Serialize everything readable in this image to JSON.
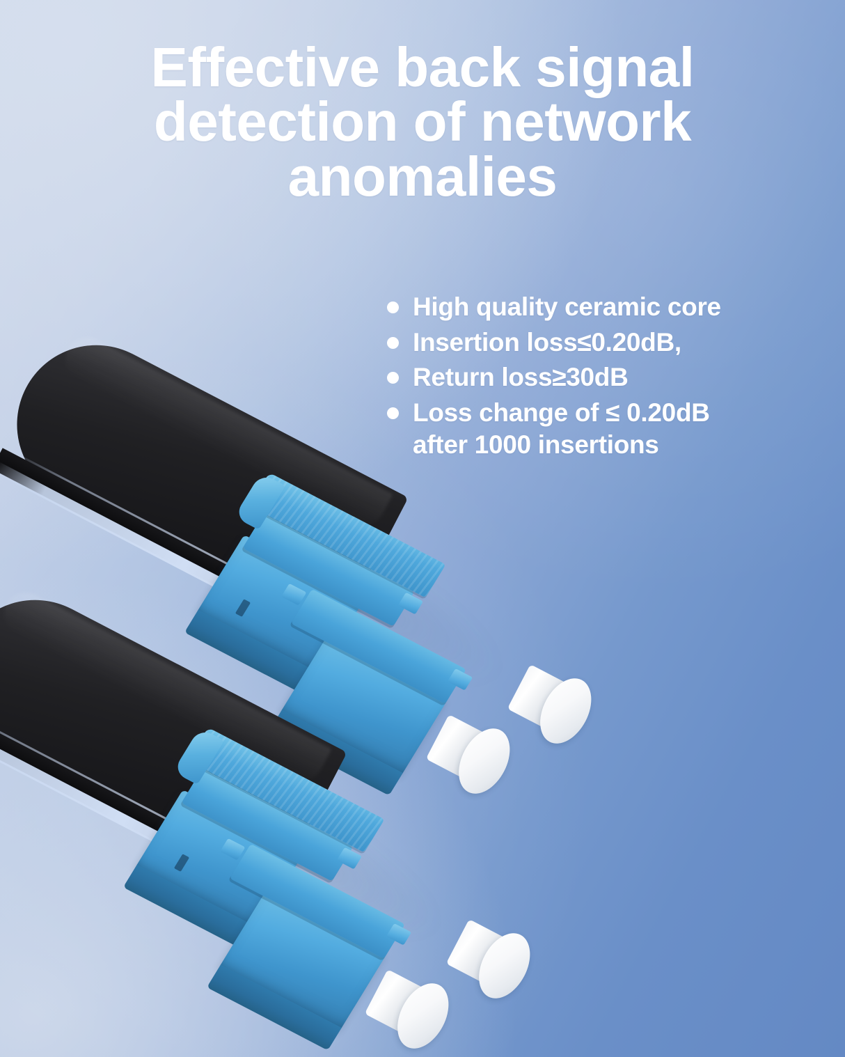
{
  "headline": "Effective back signal detection of network anomalies",
  "features": [
    {
      "text": "High quality ceramic core"
    },
    {
      "text": "Insertion loss≤0.20dB,"
    },
    {
      "text": "Return loss≥30dB"
    },
    {
      "text": "Loss change of ≤ 0.20dB\nafter 1000 insertions"
    }
  ],
  "colors": {
    "background_light": "#cfd9ea",
    "background_mid": "#8ea9d6",
    "background_deep": "#6489c4",
    "text": "#ffffff",
    "boot_black": "#202023",
    "connector_cyan_light": "#4fa8dc",
    "connector_cyan_dark": "#3d8cb8",
    "ferrule_white": "#ffffff"
  },
  "product": {
    "connectors": [
      {
        "name": "lc-duplex-connector-upper"
      },
      {
        "name": "lc-duplex-connector-lower"
      }
    ]
  }
}
